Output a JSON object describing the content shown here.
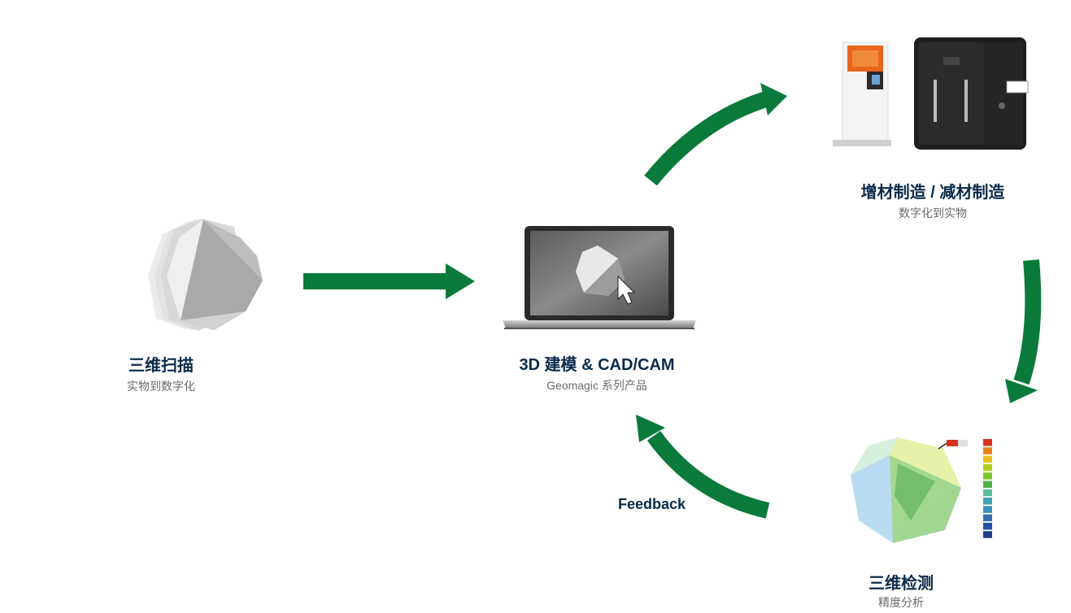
{
  "nodes": {
    "scan": {
      "title": "三维扫描",
      "subtitle": "实物到数字化"
    },
    "cad": {
      "title": "3D 建模 & CAD/CAM",
      "subtitle": "Geomagic 系列产品"
    },
    "make": {
      "title": "增材制造 / 减材制造",
      "subtitle": "数字化到实物"
    },
    "inspect": {
      "title": "三维检测",
      "subtitle": "精度分析"
    }
  },
  "feedback_label": "Feedback",
  "colors": {
    "arrow": "#0a7a3a",
    "title": "#0b2a4a",
    "subtitle": "#6b6b6b",
    "colorbar": [
      "#d9341a",
      "#e8801a",
      "#e8c21a",
      "#b7cf1e",
      "#7cc42a",
      "#4fb049",
      "#5cbf9a",
      "#3fa3b2",
      "#3a8fbf",
      "#2f6fb0",
      "#254f9e",
      "#1e3f8c"
    ]
  }
}
